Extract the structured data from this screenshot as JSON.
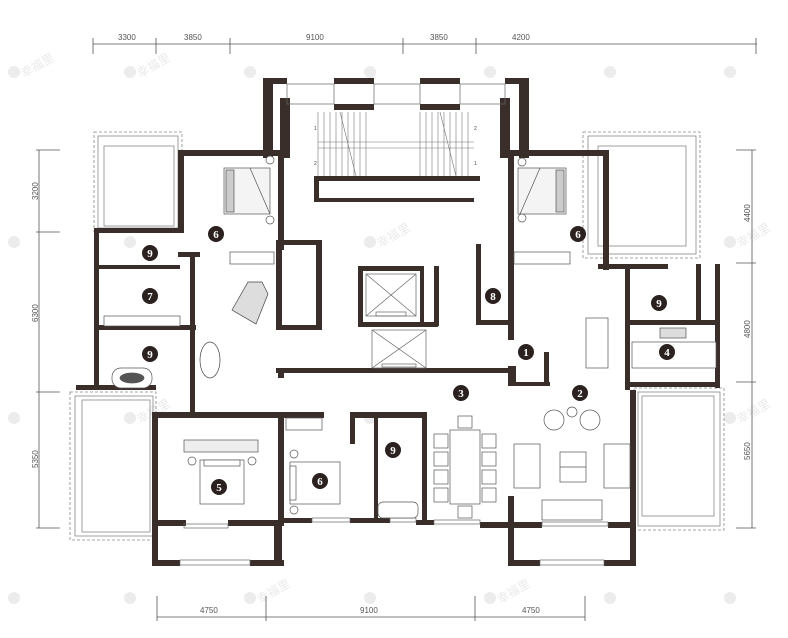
{
  "plan": {
    "wall_color": "#3a2e2a",
    "line_color": "#555555",
    "label_fill": "#2b2220",
    "label_text_color": "#ffffff",
    "watermark_color": "#e6e6e6"
  },
  "dimensions": {
    "top": [
      "3300",
      "3850",
      "9100",
      "3850",
      "4200"
    ],
    "bottom": [
      "4750",
      "9100",
      "4750"
    ],
    "left": [
      "3200",
      "6300",
      "5350"
    ],
    "right": [
      "4400",
      "4800",
      "5650"
    ]
  },
  "rooms": [
    {
      "id": "1",
      "label": "1"
    },
    {
      "id": "2",
      "label": "2"
    },
    {
      "id": "3",
      "label": "3"
    },
    {
      "id": "4",
      "label": "4"
    },
    {
      "id": "5",
      "label": "5"
    },
    {
      "id": "6a",
      "label": "6"
    },
    {
      "id": "6b",
      "label": "6"
    },
    {
      "id": "6c",
      "label": "6"
    },
    {
      "id": "7",
      "label": "7"
    },
    {
      "id": "8",
      "label": "8"
    },
    {
      "id": "9a",
      "label": "9"
    },
    {
      "id": "9b",
      "label": "9"
    },
    {
      "id": "9c",
      "label": "9"
    },
    {
      "id": "9d",
      "label": "9"
    }
  ],
  "stair_numbers": [
    "1",
    "2",
    "2",
    "1"
  ],
  "watermark": "幸福里"
}
